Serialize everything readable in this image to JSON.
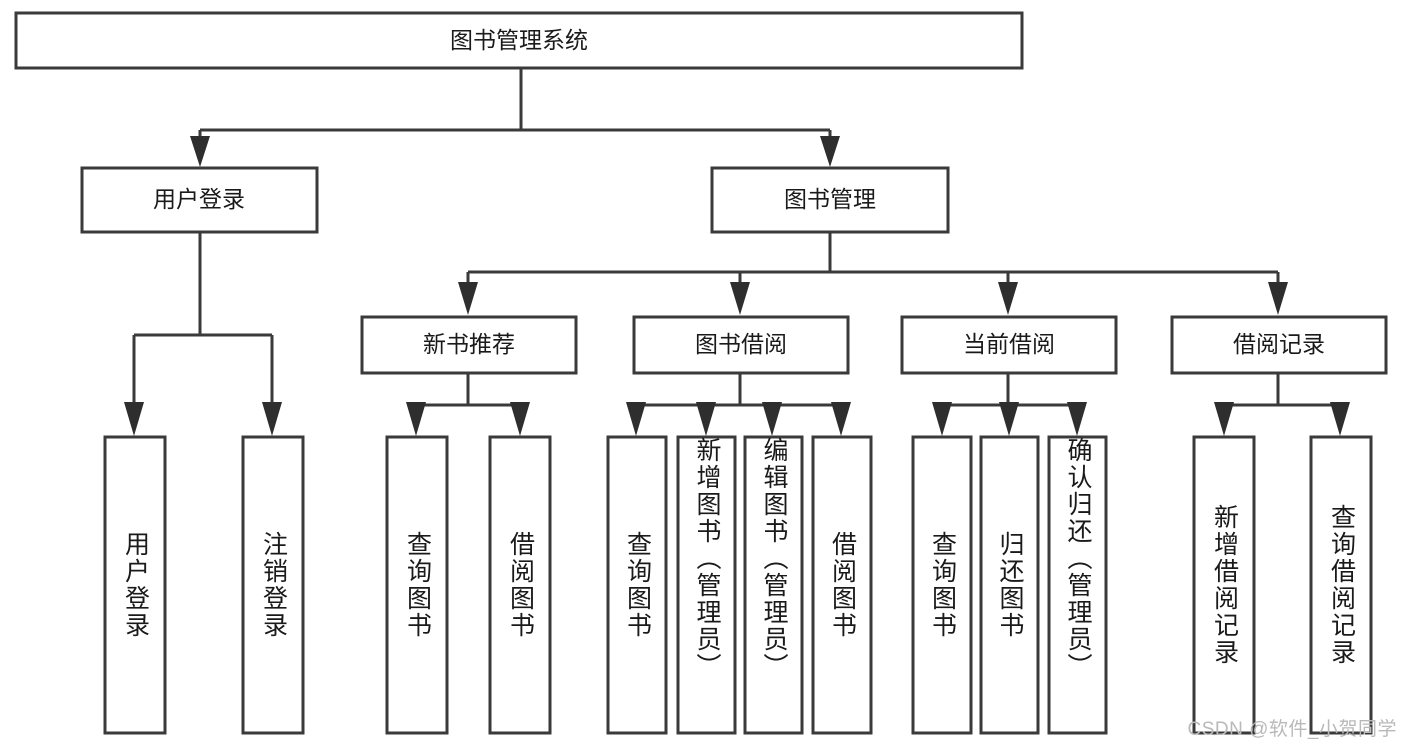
{
  "diagram": {
    "type": "tree",
    "title": "图书管理系统",
    "watermark": "CSDN @软件_小贺同学",
    "root": {
      "id": "root",
      "label": "图书管理系统",
      "orientation": "horizontal"
    },
    "level2": [
      {
        "id": "user-login",
        "label": "用户登录",
        "orientation": "horizontal"
      },
      {
        "id": "book-manage",
        "label": "图书管理",
        "orientation": "horizontal"
      }
    ],
    "level3": [
      {
        "id": "new-book-recommend",
        "label": "新书推荐",
        "orientation": "horizontal",
        "parent": "book-manage"
      },
      {
        "id": "book-borrow",
        "label": "图书借阅",
        "orientation": "horizontal",
        "parent": "book-manage"
      },
      {
        "id": "current-borrow",
        "label": "当前借阅",
        "orientation": "horizontal",
        "parent": "book-manage"
      },
      {
        "id": "borrow-record",
        "label": "借阅记录",
        "orientation": "horizontal",
        "parent": "book-manage"
      }
    ],
    "leaves": [
      {
        "id": "leaf-user-login",
        "label": "用户登录",
        "orientation": "vertical",
        "parent": "user-login"
      },
      {
        "id": "leaf-logout",
        "label": "注销登录",
        "orientation": "vertical",
        "parent": "user-login"
      },
      {
        "id": "leaf-query-book-1",
        "label": "查询图书",
        "orientation": "vertical",
        "parent": "new-book-recommend"
      },
      {
        "id": "leaf-borrow-book-1",
        "label": "借阅图书",
        "orientation": "vertical",
        "parent": "new-book-recommend"
      },
      {
        "id": "leaf-query-book-2",
        "label": "查询图书",
        "orientation": "vertical",
        "parent": "book-borrow"
      },
      {
        "id": "leaf-add-book",
        "label": "新增图书（管理员）",
        "orientation": "vertical",
        "parent": "book-borrow"
      },
      {
        "id": "leaf-edit-book",
        "label": "编辑图书（管理员）",
        "orientation": "vertical",
        "parent": "book-borrow"
      },
      {
        "id": "leaf-borrow-book-2",
        "label": "借阅图书",
        "orientation": "vertical",
        "parent": "book-borrow"
      },
      {
        "id": "leaf-query-book-3",
        "label": "查询图书",
        "orientation": "vertical",
        "parent": "current-borrow"
      },
      {
        "id": "leaf-return-book",
        "label": "归还图书",
        "orientation": "vertical",
        "parent": "current-borrow"
      },
      {
        "id": "leaf-confirm-return",
        "label": "确认归还（管理员）",
        "orientation": "vertical",
        "parent": "current-borrow"
      },
      {
        "id": "leaf-add-record",
        "label": "新增借阅记录",
        "orientation": "vertical",
        "parent": "borrow-record"
      },
      {
        "id": "leaf-query-record",
        "label": "查询借阅记录",
        "orientation": "vertical",
        "parent": "borrow-record"
      }
    ],
    "colors": {
      "box_stroke": "#3a3a3a",
      "box_fill": "#ffffff",
      "edge": "#3a3a3a",
      "text": "#1a1a1a",
      "watermark": "#b9b9b9",
      "background": "#ffffff"
    }
  }
}
